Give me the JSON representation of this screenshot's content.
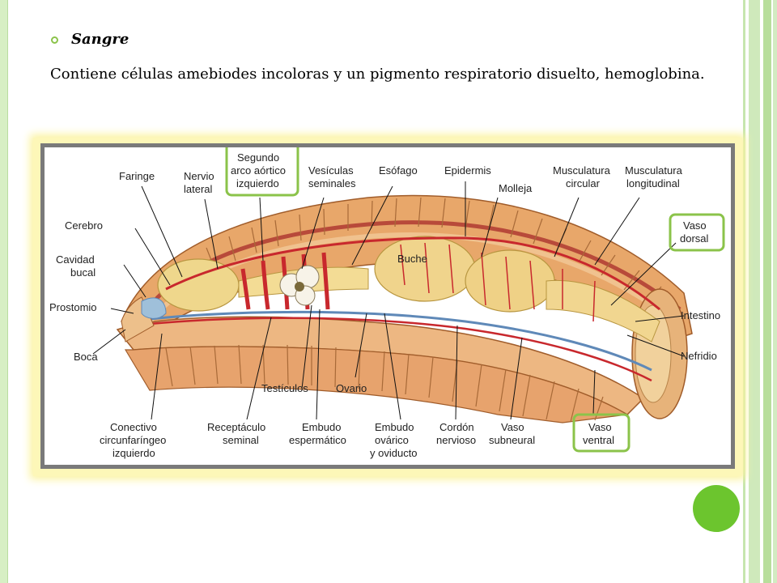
{
  "slide": {
    "heading": "Sangre",
    "body": "Contiene células amebiodes incoloras y un pigmento respiratorio disuelto, hemoglobina."
  },
  "diagram": {
    "labels": {
      "faringe": "Faringe",
      "nervio_lateral_1": "Nervio",
      "nervio_lateral_2": "lateral",
      "segundo_1": "Segundo",
      "segundo_2": "arco aórtico",
      "segundo_3": "izquierdo",
      "vesiculas_1": "Vesículas",
      "vesiculas_2": "seminales",
      "esofago": "Esófago",
      "epidermis": "Epidermis",
      "molleja": "Molleja",
      "musc_circ_1": "Musculatura",
      "musc_circ_2": "circular",
      "musc_long_1": "Musculatura",
      "musc_long_2": "longitudinal",
      "cerebro": "Cerebro",
      "cavidad_1": "Cavidad",
      "cavidad_2": "bucal",
      "prostomio": "Prostomio",
      "boca": "Boca",
      "buche": "Buche",
      "vaso_dorsal_1": "Vaso",
      "vaso_dorsal_2": "dorsal",
      "intestino": "Intestino",
      "nefridio": "Nefridio",
      "testiculos": "Testículos",
      "ovario": "Ovario",
      "conectivo_1": "Conectivo",
      "conectivo_2": "circunfaríngeo",
      "conectivo_3": "izquierdo",
      "receptaculo_1": "Receptáculo",
      "receptaculo_2": "seminal",
      "embudo_esp_1": "Embudo",
      "embudo_esp_2": "espermático",
      "embudo_ov_1": "Embudo",
      "embudo_ov_2": "ovárico",
      "embudo_ov_3": "y oviducto",
      "cordon_1": "Cordón",
      "cordon_2": "nervioso",
      "vaso_sub_1": "Vaso",
      "vaso_sub_2": "subneural",
      "vaso_ventral_1": "Vaso",
      "vaso_ventral_2": "ventral"
    },
    "highlight_color": "#8bc34a"
  }
}
